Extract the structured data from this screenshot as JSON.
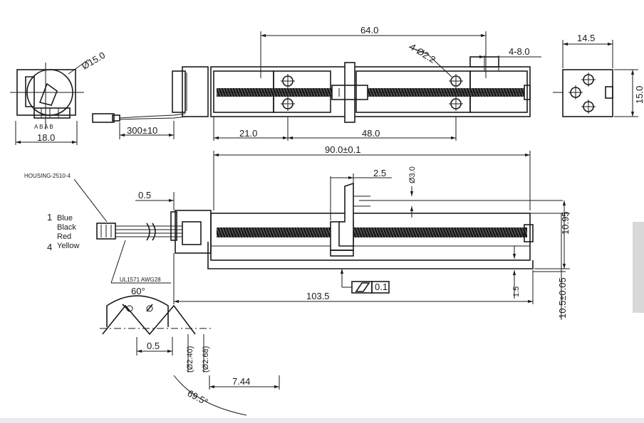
{
  "dimensions": {
    "d64": "64.0",
    "d145": "14.5",
    "d150r": "15.0",
    "phi15": "Ø15.0",
    "holes": "4-Ø2.2",
    "slot": "4-8.0",
    "d300": "300±10",
    "d18": "18.0",
    "d21": "21.0",
    "d48": "48.0",
    "d90": "90.0±0.1",
    "d25": "2.5",
    "phi3": "Ø3.0",
    "d05": "0.5",
    "d1095": "10.95",
    "d1035": "103.5",
    "d15": "1.5",
    "d105": "10.5±0.05",
    "flat": "0.1",
    "angle": "60°",
    "d05b": "0.5",
    "phi240": "(Ø2.40)",
    "phi268": "(Ø2.68)",
    "d744": "7.44",
    "r695": "69.5°"
  },
  "labels": {
    "housing": "HOUSING-2510-4",
    "cable": "UL1571  AWG28",
    "abab": "A B A B",
    "pin1": "1",
    "pin4": "4",
    "wire1": "Blue",
    "wire2": "Black",
    "wire3": "Red",
    "wire4": "Yellow"
  }
}
